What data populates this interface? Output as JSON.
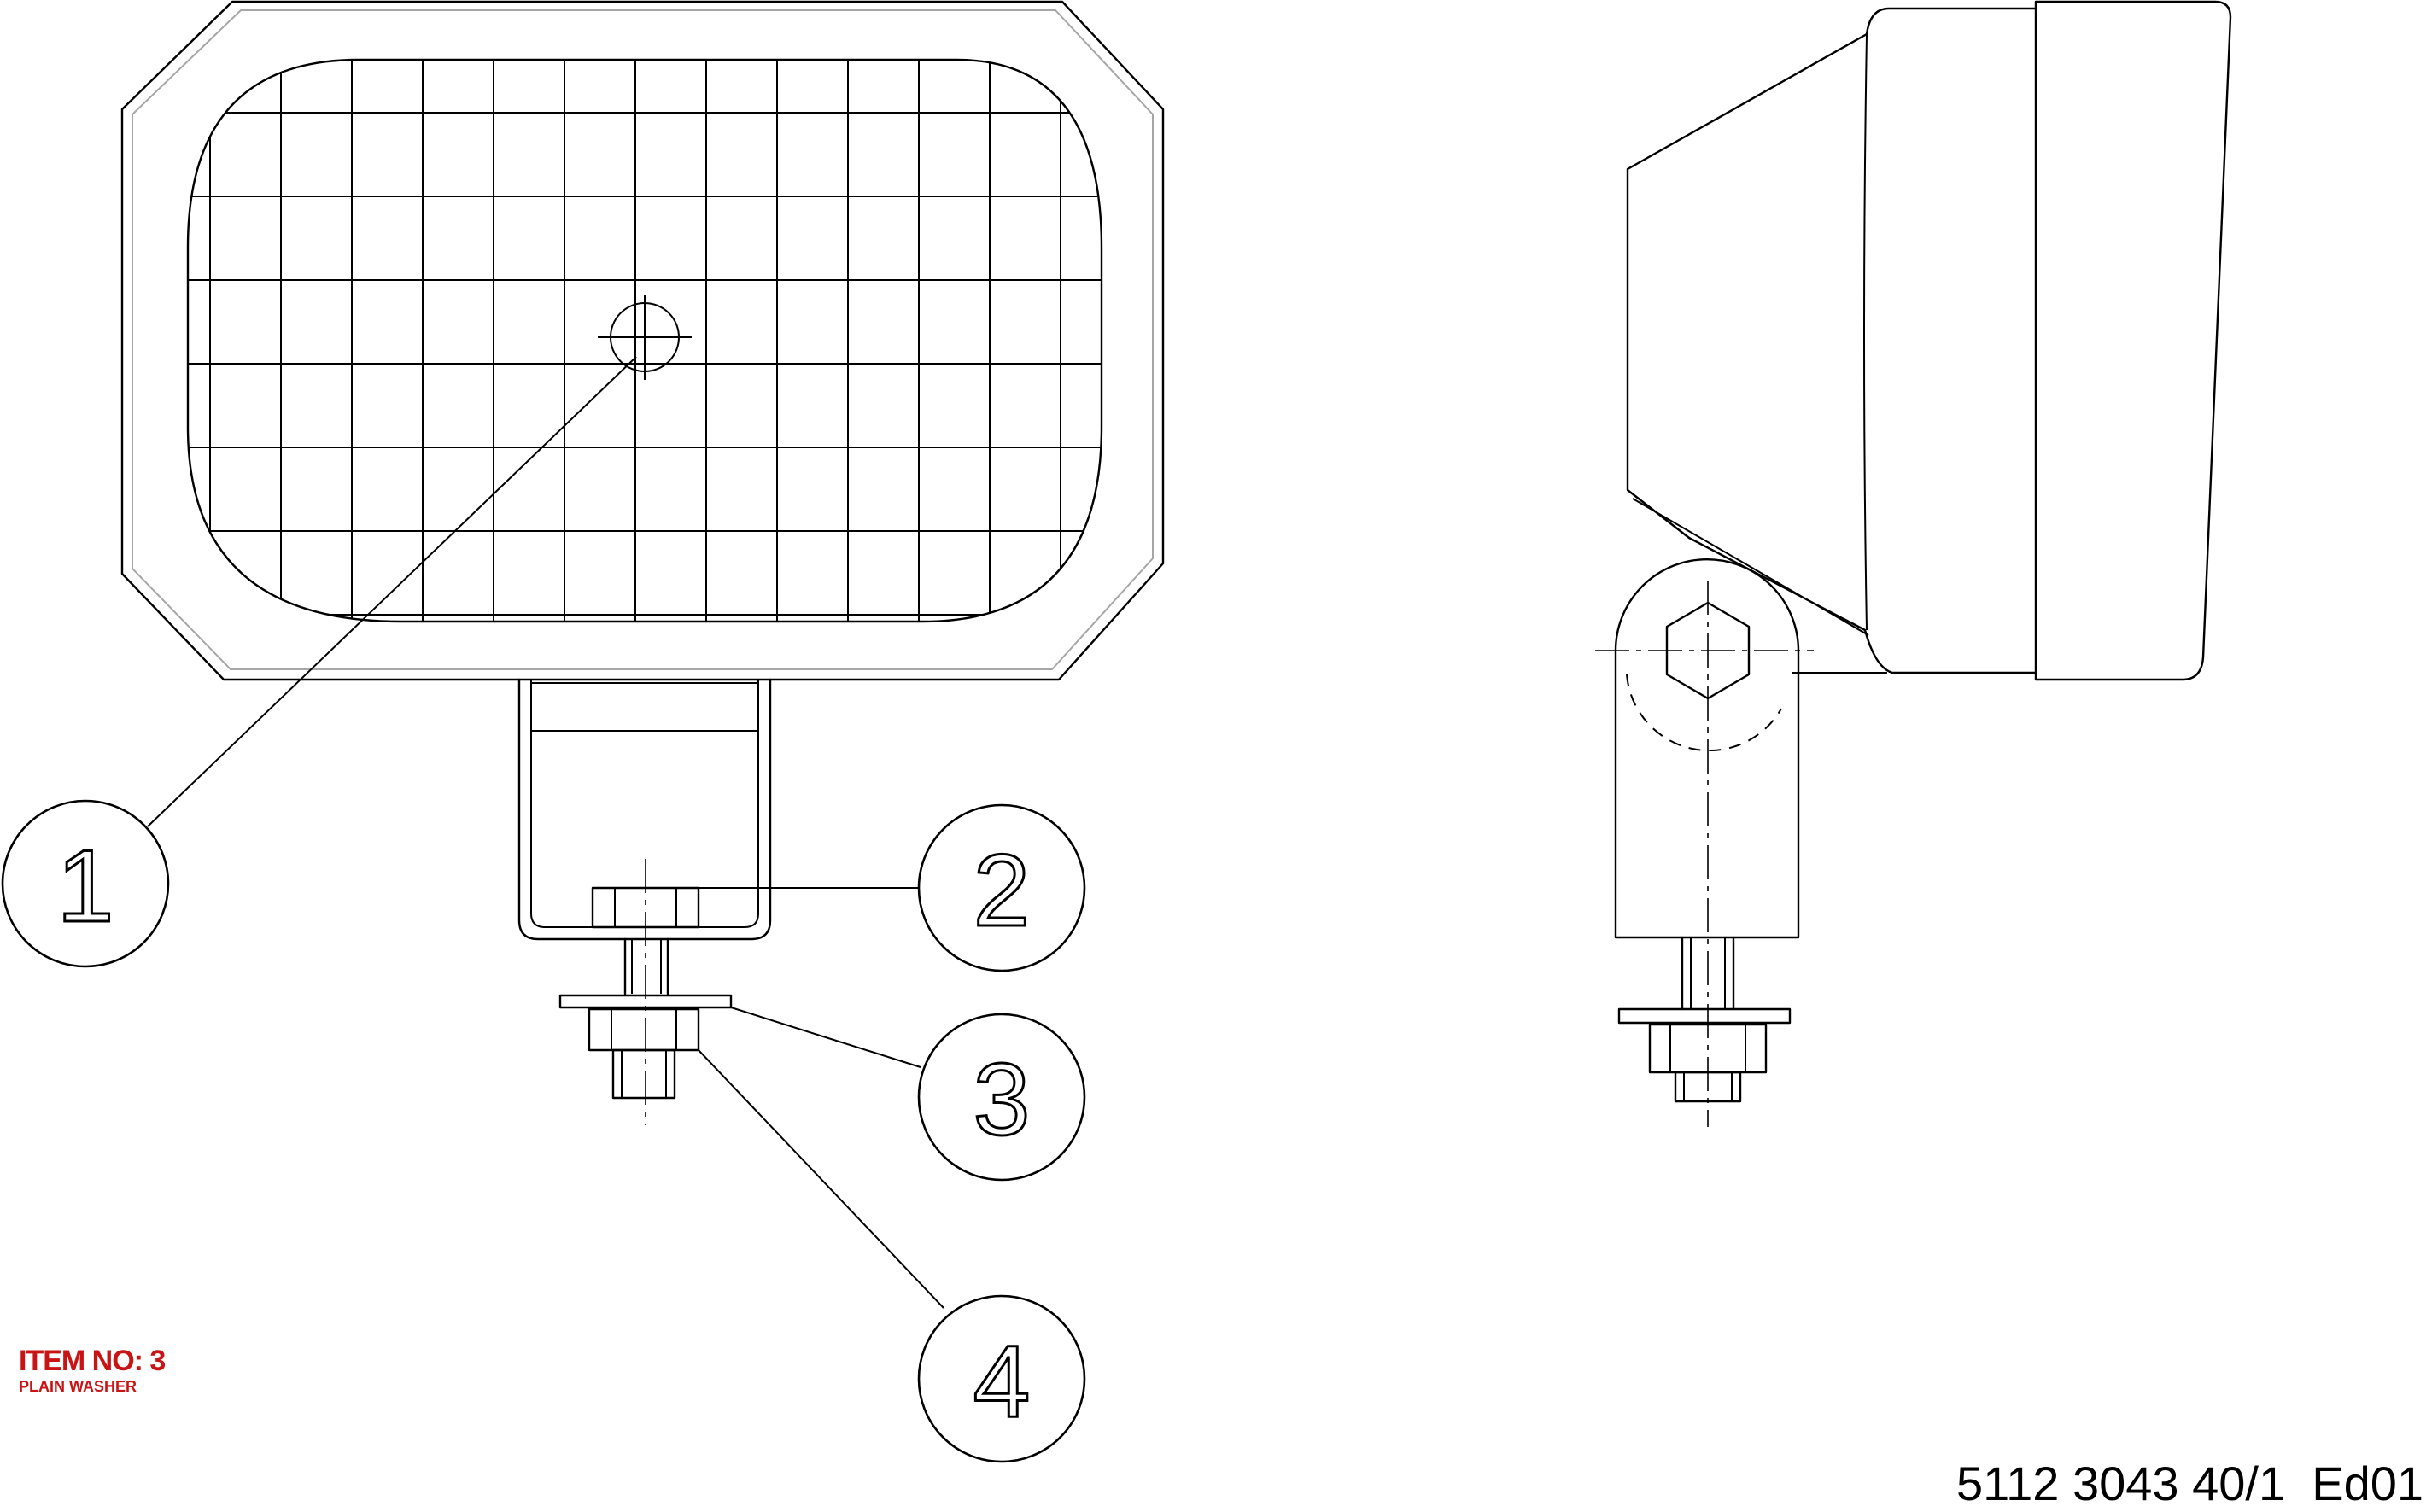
{
  "callouts": [
    {
      "number": "1"
    },
    {
      "number": "2"
    },
    {
      "number": "3"
    },
    {
      "number": "4"
    }
  ],
  "highlight": {
    "item_label": "ITEM NO: 3",
    "item_description": "PLAIN WASHER",
    "color": "#c81414"
  },
  "document_number": "5112 3043 40/1  Ed01"
}
